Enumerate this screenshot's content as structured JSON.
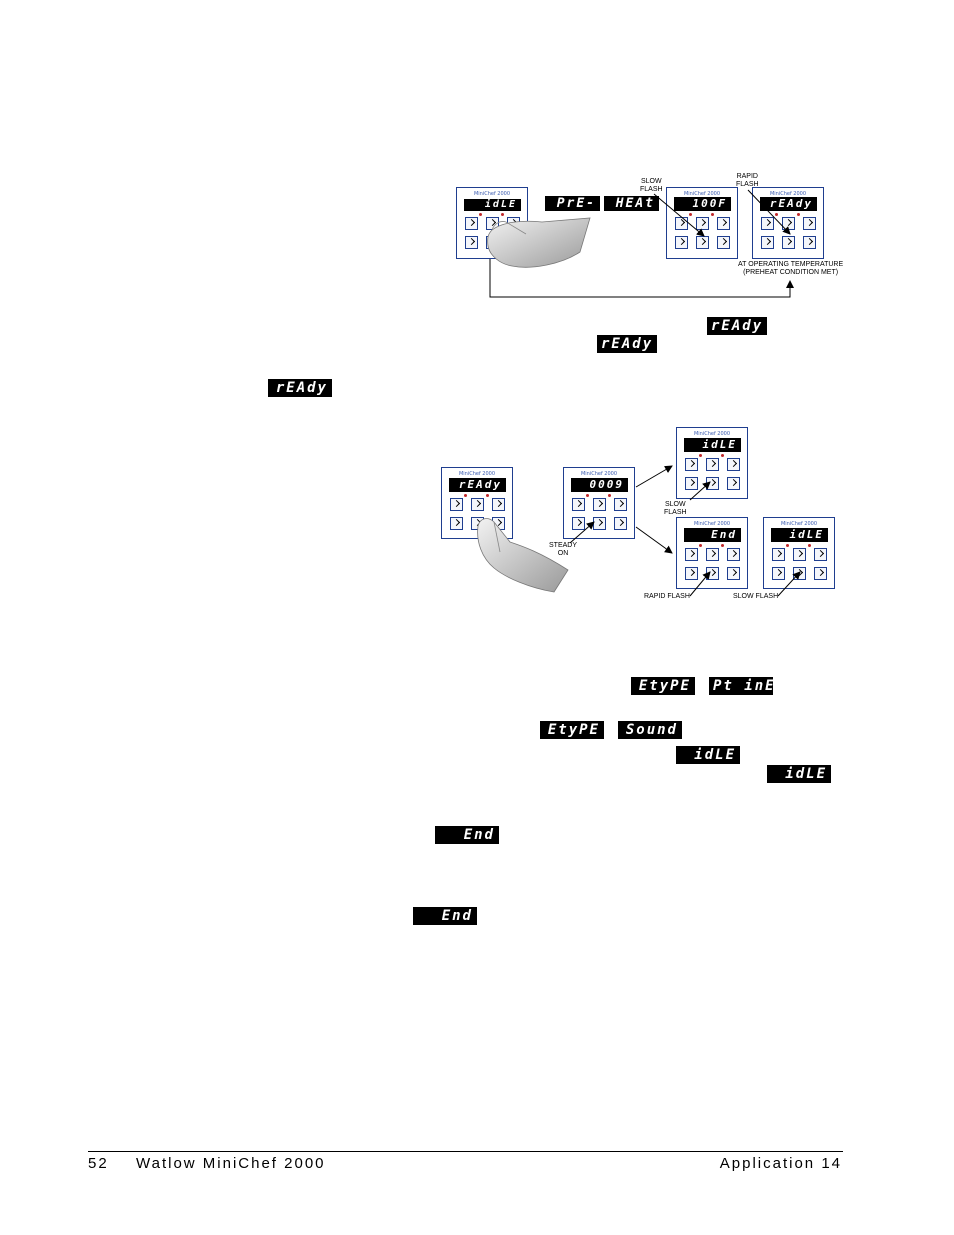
{
  "figure1": {
    "panel_brand": "MiniChef 2000",
    "display_idle": "idLE",
    "display_pre": "PrE-",
    "display_heat": "HEAt",
    "display_temp": "100F",
    "display_ready": "rEAdy",
    "label_slow_flash": "SLOW\nFLASH",
    "label_rapid_flash": "RAPID\nFLASH",
    "label_at_temp": "AT OPERATING TEMPERATURE\n(PREHEAT CONDITION MET)"
  },
  "inline_displays": {
    "ready_1": "rEAdy",
    "ready_2": "rEAdy",
    "ready_3": "rEAdy",
    "etype_1": "EtyPE",
    "ptine": "Pt inE",
    "etype_2": "EtyPE",
    "sound": "Sound",
    "idle_1": "idLE",
    "idle_2": "idLE",
    "end_1": "End",
    "end_2": "End"
  },
  "figure2": {
    "panel_brand": "MiniChef 2000",
    "display_ready": "rEAdy",
    "display_count": "0009",
    "display_idle_top": "idLE",
    "display_end": "End",
    "display_idle_right": "idLE",
    "label_steady_on": "STEADY\nON",
    "label_slow_flash_top": "SLOW\nFLASH",
    "label_rapid_flash": "RAPID FLASH",
    "label_slow_flash_bottom": "SLOW FLASH"
  },
  "footer": {
    "page_number": "52",
    "manual_title": "Watlow MiniChef 2000",
    "section": "Application 14"
  }
}
